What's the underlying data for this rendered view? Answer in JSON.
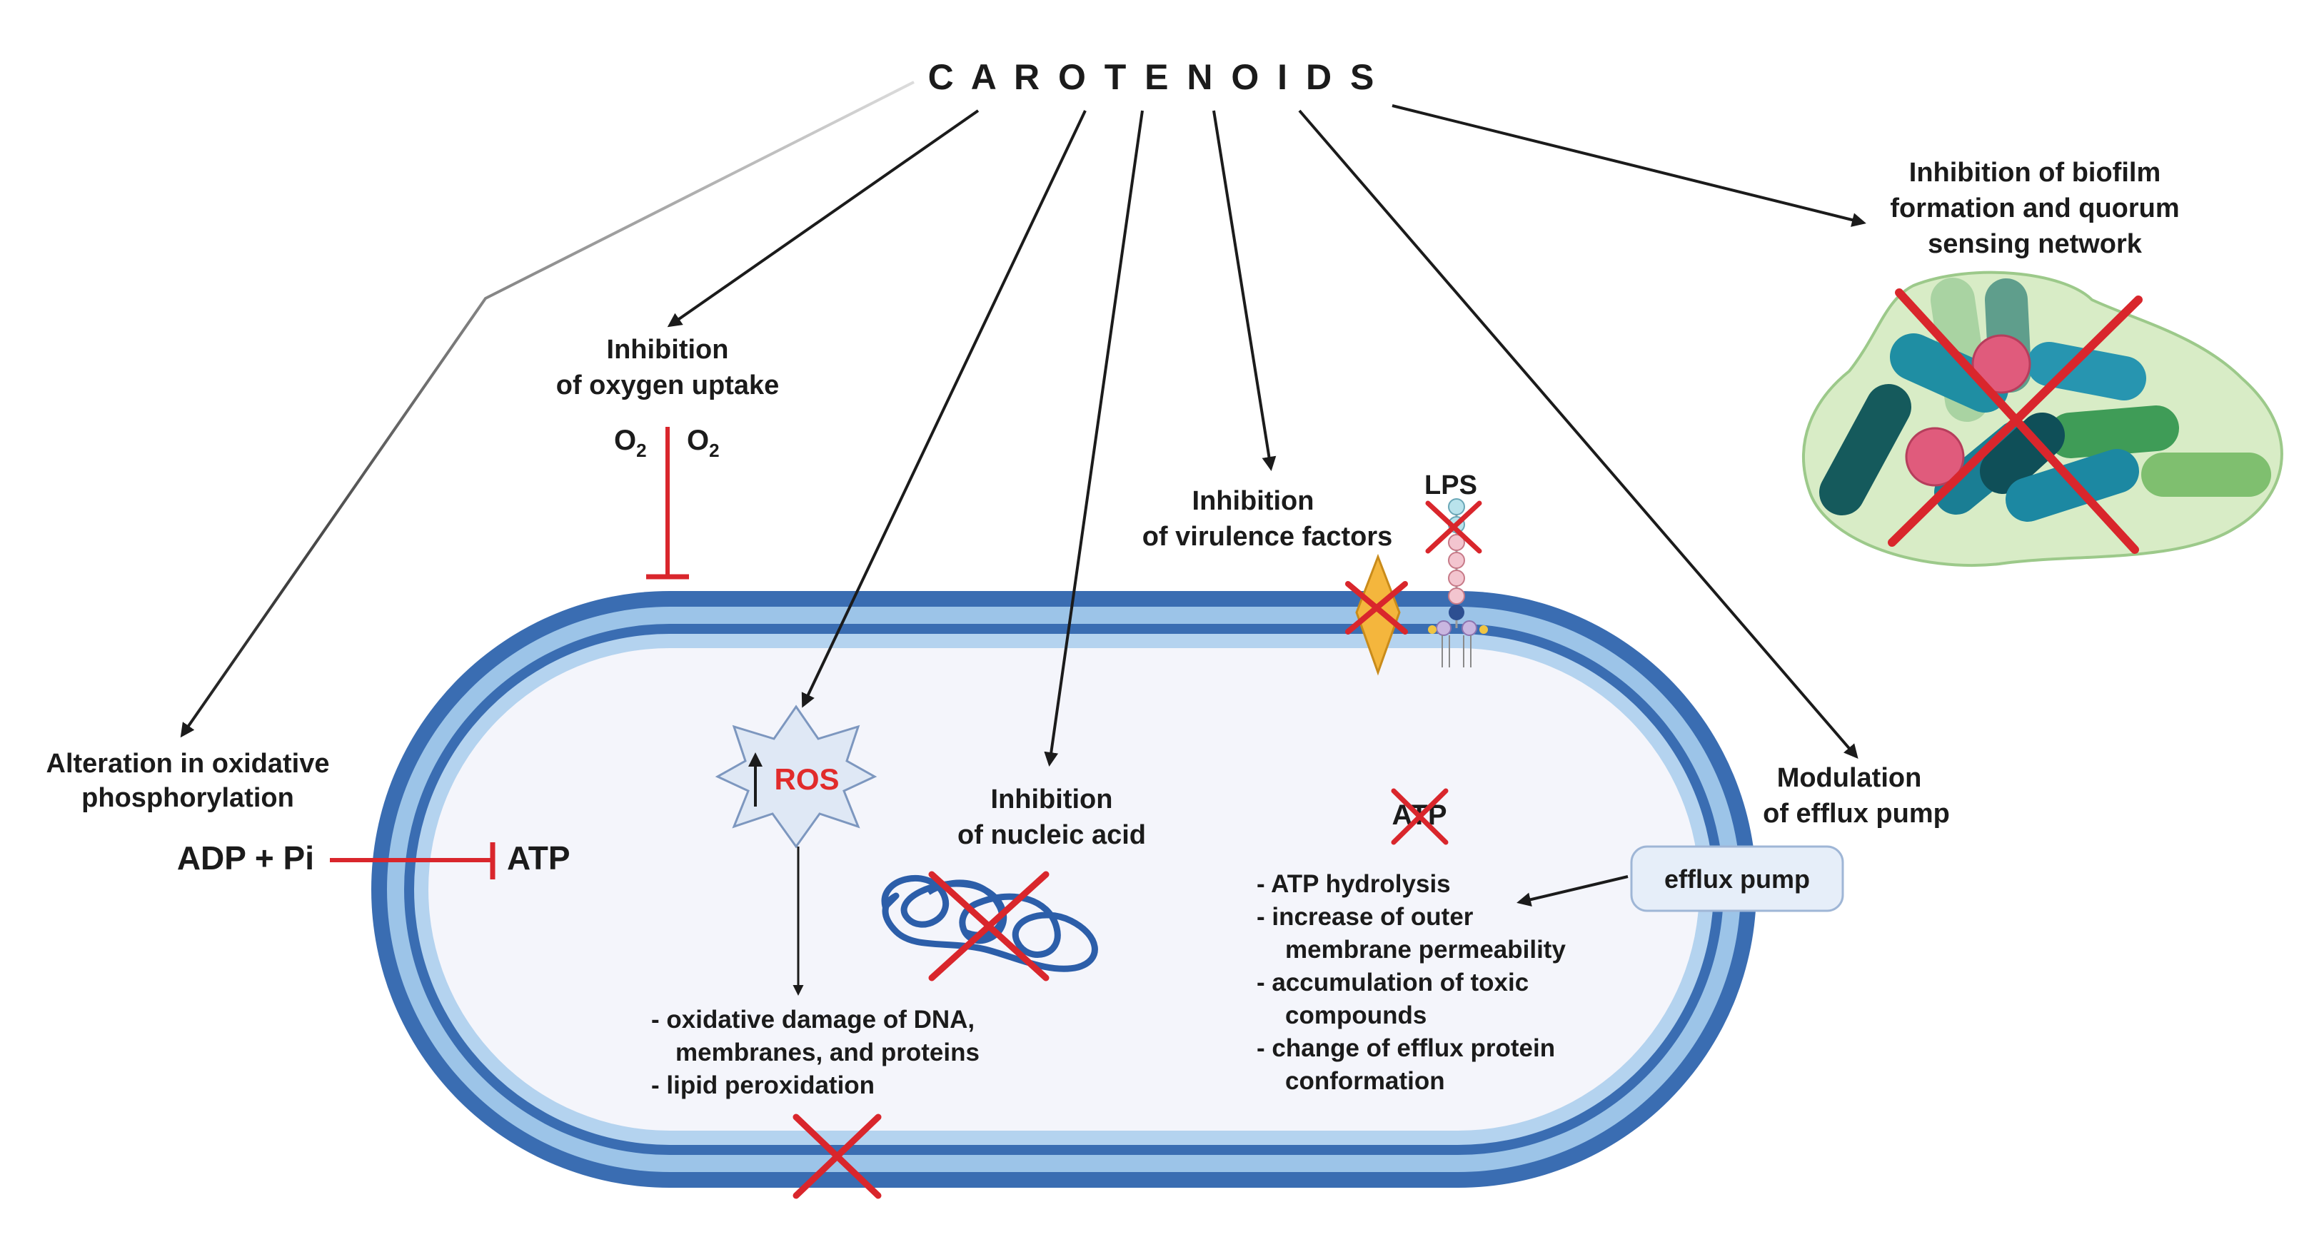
{
  "title": "C A R O T E N O I D S",
  "mechanisms": {
    "oxidative_phosphorylation": {
      "label_lines": [
        "Alteration in oxidative",
        "phosphorylation"
      ],
      "reaction_left": "ADP + Pi",
      "reaction_right": "ATP"
    },
    "oxygen_uptake": {
      "label_lines": [
        "Inhibition",
        "of oxygen uptake"
      ],
      "o2_left": "O",
      "o2_right": "O",
      "o2_subscript": "2"
    },
    "ros": {
      "label": "ROS",
      "effects": [
        "- oxidative damage of DNA,",
        "membranes, and proteins",
        "- lipid peroxidation"
      ]
    },
    "nucleic_acid": {
      "label_lines": [
        "Inhibition",
        "of nucleic acid"
      ]
    },
    "virulence": {
      "label_lines": [
        "Inhibition",
        "of virulence factors"
      ],
      "lps_label": "LPS"
    },
    "biofilm": {
      "label_lines": [
        "Inhibition of biofilm",
        "formation and quorum",
        "sensing network"
      ]
    },
    "efflux": {
      "label_lines": [
        "Modulation",
        "of efflux pump"
      ],
      "pump_label": "efflux pump",
      "atp_label": "ATP",
      "effects": [
        "- ATP hydrolysis",
        "-  increase of outer",
        "membrane permeability",
        "- accumulation of toxic",
        "compounds",
        "- change of efflux protein",
        "conformation"
      ]
    }
  },
  "colors": {
    "membrane_dark": "#3a6db2",
    "membrane_light": "#9cc4e8",
    "cytoplasm": "#f4f5fb",
    "inhibition_red": "#d9262c",
    "arrow": "#1b1b1b",
    "ros_red": "#e12b2b",
    "pump_box": "#e6eef9"
  }
}
